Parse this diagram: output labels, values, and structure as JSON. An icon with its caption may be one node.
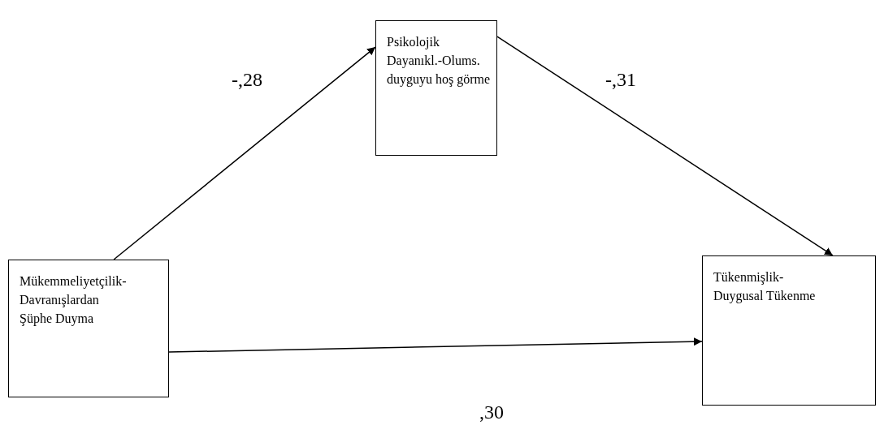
{
  "diagram": {
    "nodes": [
      {
        "text": [
          "Psikolojik Dayanıkl.-Olums. duyguyu hoş görme"
        ]
      },
      {
        "text": [
          "Mükemmeliyetçilik-Davranışlardan Şüphe Duyma"
        ]
      },
      {
        "text": [
          "Tükenmişlik-Duygusal Tükenme"
        ]
      }
    ],
    "edges": [
      {
        "from": 1,
        "to": 0,
        "arrow": "to",
        "label": "-,28"
      },
      {
        "from": 0,
        "to": 2,
        "arrow": "to",
        "label": "-,31"
      },
      {
        "from": 1,
        "to": 2,
        "arrow": "to",
        "label": ",30"
      }
    ]
  }
}
